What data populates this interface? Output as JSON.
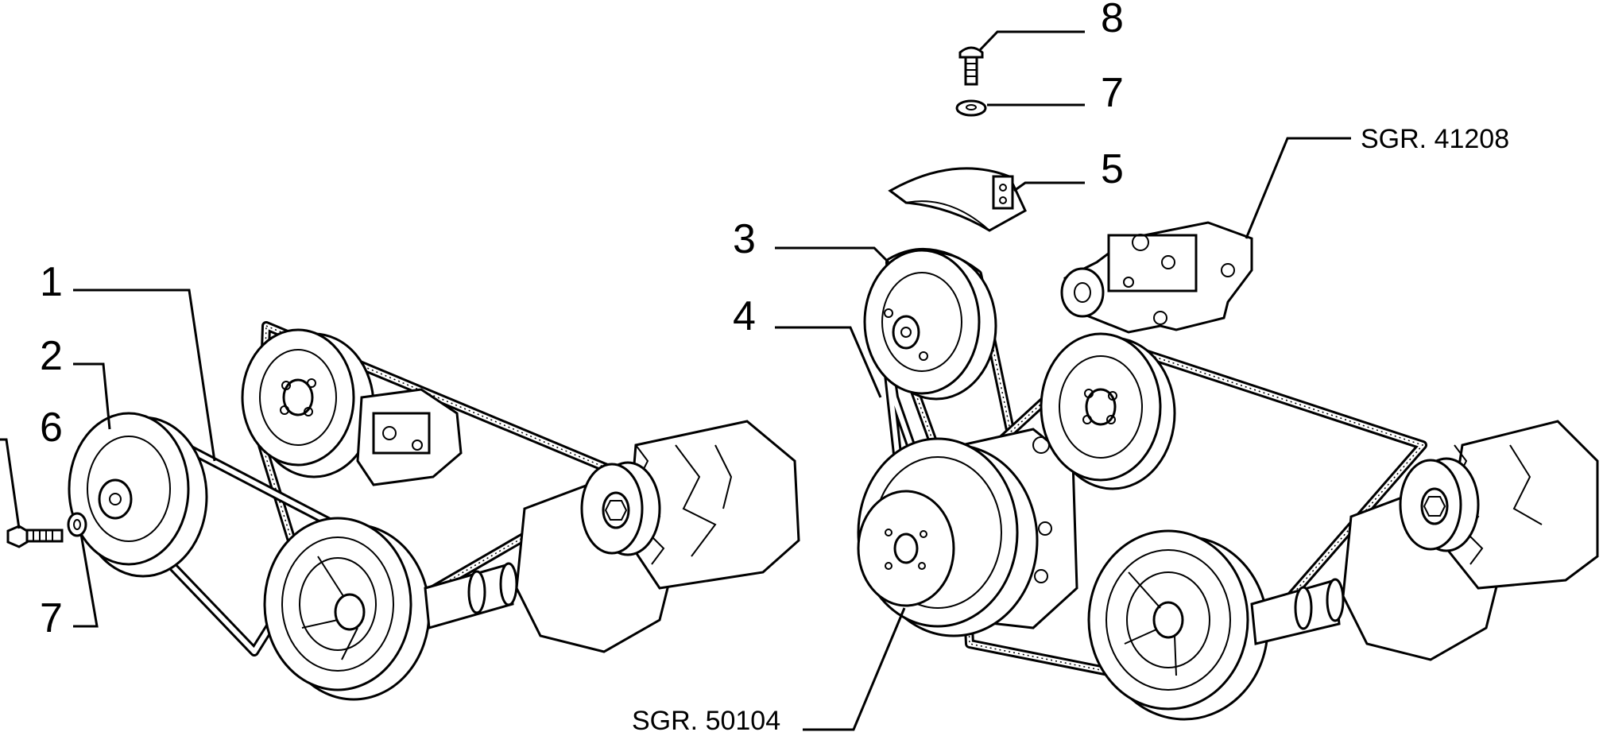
{
  "callouts": {
    "c1": "1",
    "c2": "2",
    "c3": "3",
    "c4": "4",
    "c5": "5",
    "c6": "6",
    "c7a": "7",
    "c7b": "7",
    "c8": "8"
  },
  "references": {
    "pump": "SGR. 41208",
    "compressor": "SGR. 50104"
  }
}
